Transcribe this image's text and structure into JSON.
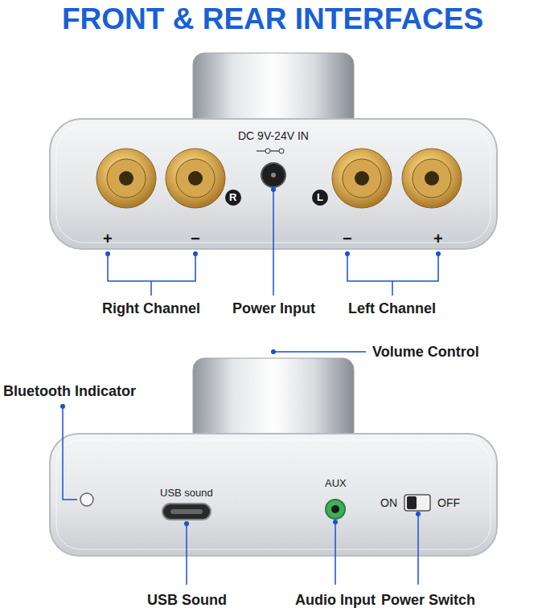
{
  "diagram": {
    "title": "FRONT & REAR INTERFACES",
    "labels": [
      "DC 9V-24V IN",
      "R",
      "L",
      "+",
      "−",
      "−",
      "+",
      "Right Channel",
      "Power Input",
      "Left Channel",
      "Volume Control",
      "Bluetooth Indicator",
      "USB sound",
      "AUX",
      "ON",
      "OFF",
      "USB Sound",
      "Audio Input",
      "Power Switch"
    ]
  }
}
